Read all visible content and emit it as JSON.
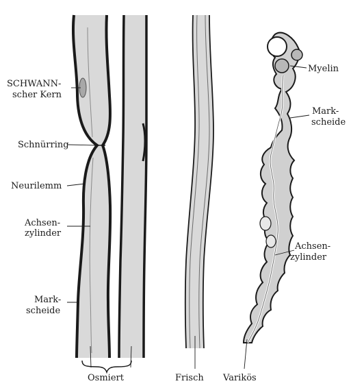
{
  "labels": {
    "schwann_line1": "SCHWANN-",
    "schwann_line2": "scher Kern",
    "schnuerring": "Schnürring",
    "neurilemm": "Neurilemm",
    "achsen_left_line1": "Achsen-",
    "achsen_left_line2": "zylinder",
    "mark_left_line1": "Mark-",
    "mark_left_line2": "scheide",
    "myelin": "Myelin",
    "mark_right_line1": "Mark-",
    "mark_right_line2": "scheide",
    "achsen_right_line1": "Achsen-",
    "achsen_right_line2": "zylinder",
    "osmiert": "Osmiert",
    "frisch": "Frisch",
    "varikoes": "Varikös"
  },
  "colors": {
    "ink": "#1a1a1a",
    "fiber_fill": "#d9d9d9",
    "myelin_fill": "#b8b8b8",
    "background": "#ffffff"
  }
}
